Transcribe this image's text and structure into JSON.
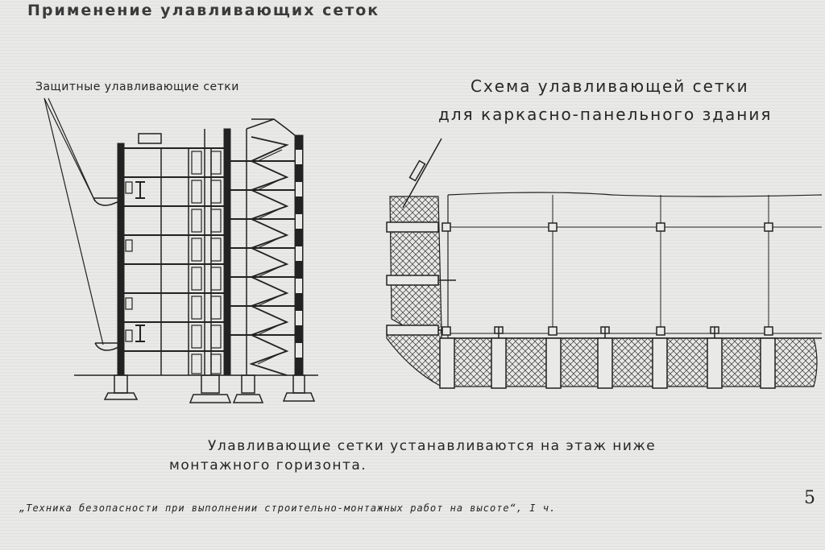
{
  "title": "Применение улавливающих сеток",
  "left_figure": {
    "label": "Защитные улавливающие сетки"
  },
  "right_figure": {
    "title_line1": "Схема улавливающей сетки",
    "title_line2": "для каркасно-панельного здания"
  },
  "caption": {
    "line1": "Улавливающие сетки устанавливаются на этаж ниже",
    "line2": "монтажного горизонта."
  },
  "source": "„Техника безопасности при выполнении строительно-монтажных работ на высоте“, I ч.",
  "page_number": "5",
  "colors": {
    "background": "#e9e9e7",
    "ink": "#262626"
  }
}
